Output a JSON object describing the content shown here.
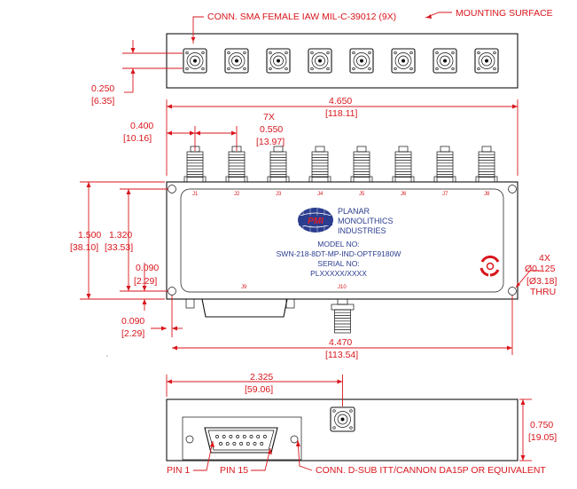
{
  "callouts": {
    "conn_sma": "CONN. SMA FEMALE IAW MIL-C-39012 (9X)",
    "mounting_surface": "MOUNTING SURFACE",
    "pin1": "PIN 1",
    "pin15": "PIN 15",
    "conn_dsub": "CONN. D-SUB ITT/CANNON DA15P OR EQUIVALENT",
    "holes_count": "4X",
    "holes_dia": "Ø0.125",
    "holes_dia_mm": "[Ø3.18]",
    "holes_thru": "THRU"
  },
  "dimensions": {
    "d0250_in": "0.250",
    "d0250_mm": "[6.35]",
    "d4650_in": "4.650",
    "d4650_mm": "[118.11]",
    "d0400_in": "0.400",
    "d0400_mm": "[10.16]",
    "pitch_count": "7X",
    "d0550_in": "0.550",
    "d0550_mm": "[13.97]",
    "d1500_in": "1.500",
    "d1500_mm": "[38.10]",
    "d1320_in": "1.320",
    "d1320_mm": "[33.53]",
    "d0090a_in": "0.090",
    "d0090a_mm": "[2.29]",
    "d0090b_in": "0.090",
    "d0090b_mm": "[2.29]",
    "d4470_in": "4.470",
    "d4470_mm": "[113.54]",
    "d2325_in": "2.325",
    "d2325_mm": "[59.06]",
    "d0750_in": "0.750",
    "d0750_mm": "[19.05]"
  },
  "connector_labels": [
    "J1",
    "J2",
    "J3",
    "J4",
    "J5",
    "J6",
    "J7",
    "J8"
  ],
  "j9_label": "J9",
  "j10_label": "J10",
  "label_plate": {
    "logo": "PMI",
    "company": [
      "PLANAR",
      "MONOLITHICS",
      "INDUSTRIES"
    ],
    "model_heading": "MODEL NO:",
    "model_number": "SWN-218-8DT-MP-IND-OPTF9180W",
    "serial_heading": "SERIAL NO:",
    "serial_number": "PLXXXXX/XXXX"
  },
  "colors": {
    "dimension": "#d9161c",
    "outline": "#111111",
    "brand": "#2b3d8f"
  }
}
